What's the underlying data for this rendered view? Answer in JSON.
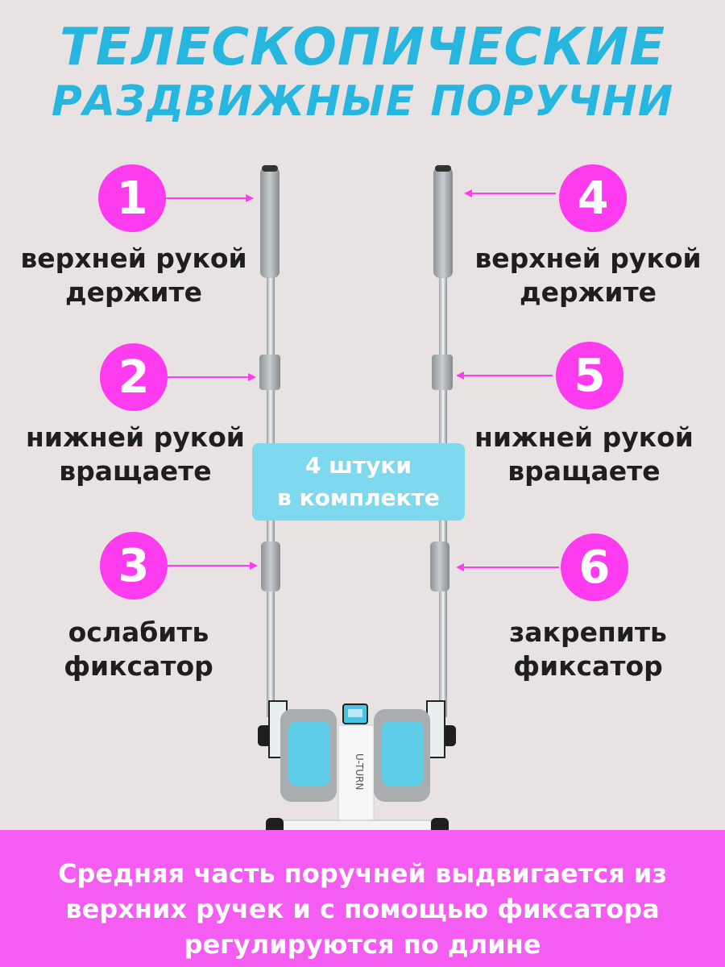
{
  "title": {
    "line1": "ТЕЛЕСКОПИЧЕСКИЕ",
    "line2": "РАЗДВИЖНЫЕ ПОРУЧНИ"
  },
  "steps": [
    {
      "number": "1",
      "line1": "верхней рукой",
      "line2": "держите"
    },
    {
      "number": "2",
      "line1": "нижней рукой",
      "line2": "вращаете"
    },
    {
      "number": "3",
      "line1": "ослабить",
      "line2": "фиксатор"
    },
    {
      "number": "4",
      "line1": "верхней рукой",
      "line2": "держите"
    },
    {
      "number": "5",
      "line1": "нижней рукой",
      "line2": "вращаете"
    },
    {
      "number": "6",
      "line1": "закрепить",
      "line2": "фиксатор"
    }
  ],
  "kit_badge": {
    "line1": "4 штуки",
    "line2": "в комплекте"
  },
  "product": {
    "brand": "U-TURN"
  },
  "footer": {
    "line1": "Средняя часть поручней выдвигается из",
    "line2": "верхних ручек и с помощью фиксатора",
    "line3": "регулируются по длине"
  },
  "colors": {
    "title": "#27b6e0",
    "accent": "#ff3bf0",
    "banner": "#f55cf2",
    "badge": "#7fd9ee",
    "background": "#e8e3e2"
  }
}
